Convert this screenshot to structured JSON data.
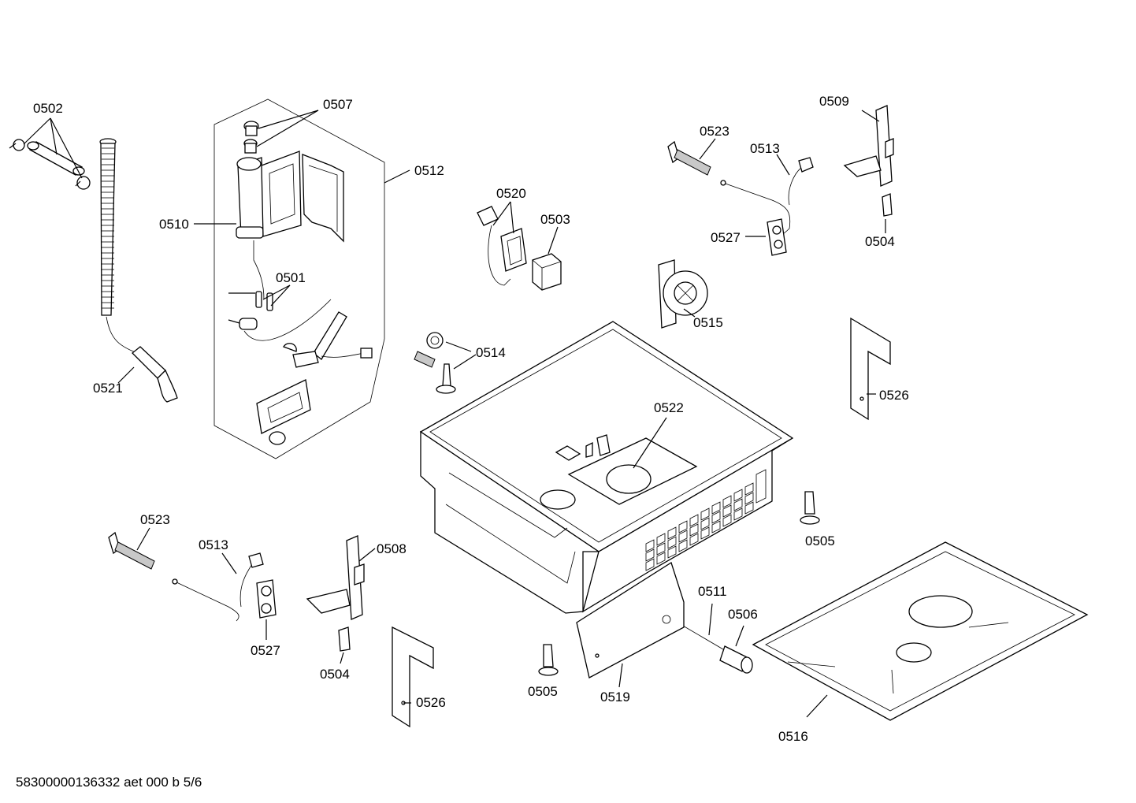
{
  "drawing": {
    "document_code": "58300000136332 aet 000 b 5/6"
  },
  "labels": {
    "l0502": "0502",
    "l0507": "0507",
    "l0512": "0512",
    "l0510": "0510",
    "l0501": "0501",
    "l0521": "0521",
    "l0520": "0520",
    "l0503": "0503",
    "l0523a": "0523",
    "l0513a": "0513",
    "l0509": "0509",
    "l0527a": "0527",
    "l0504a": "0504",
    "l0515": "0515",
    "l0514": "0514",
    "l0522": "0522",
    "l0526a": "0526",
    "l0505a": "0505",
    "l0523b": "0523",
    "l0513b": "0513",
    "l0508": "0508",
    "l0527b": "0527",
    "l0504b": "0504",
    "l0526b": "0526",
    "l0505b": "0505",
    "l0519": "0519",
    "l0511": "0511",
    "l0506": "0506",
    "l0516": "0516"
  }
}
